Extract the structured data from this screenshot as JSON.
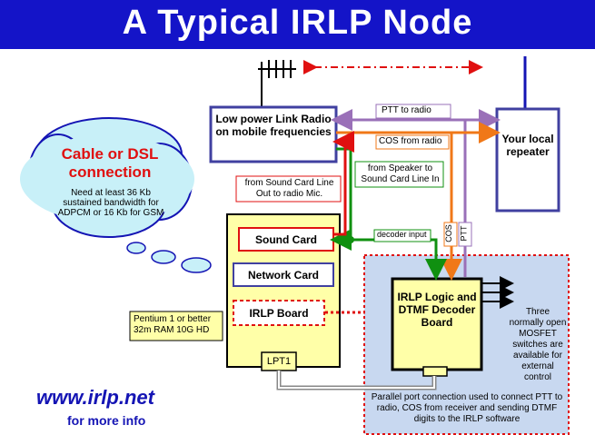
{
  "title": "A Typical IRLP Node",
  "link_radio": {
    "label": "Low power Link Radio on mobile frequencies"
  },
  "repeater": {
    "label": "Your local repeater"
  },
  "cloud": {
    "heading": "Cable or DSL connection",
    "note": "Need at least 36 Kb sustained bandwidth for ADPCM or 16 Kb for GSM"
  },
  "computer": {
    "sound_card": "Sound Card",
    "network_card": "Network Card",
    "irlp_board": "IRLP Board",
    "lpt1": "LPT1",
    "spec": "Pentium 1 or better 32m RAM 10G HD"
  },
  "logic_board": {
    "label": "IRLP Logic and DTMF Decoder Board"
  },
  "labels": {
    "ptt_to_radio": "PTT to radio",
    "cos_from_radio": "COS from radio",
    "speaker_to_line_in": "from Speaker to Sound Card Line In",
    "line_out_to_mic": "from Sound Card Line Out to radio Mic.",
    "decoder_input": "decoder input",
    "cos": "COS",
    "ptt": "PTT",
    "mosfet": "Three normally open MOSFET switches are available for external control",
    "parallel_port": "Parallel port connection used to connect PTT to radio, COS from receiver and sending DTMF digits to the IRLP software"
  },
  "footer": {
    "url": "www.irlp.net",
    "more": "for more info"
  },
  "colors": {
    "title_bg": "#1414c8",
    "box_blue": "#4040a0",
    "box_fill": "#ffffa8",
    "purple": "#9a70b8",
    "orange": "#f07818",
    "green": "#109010",
    "red": "#e01010",
    "navy": "#1414b4",
    "cloud_fill": "#c8f0f8",
    "dotted_bg": "#c8d8f0"
  }
}
